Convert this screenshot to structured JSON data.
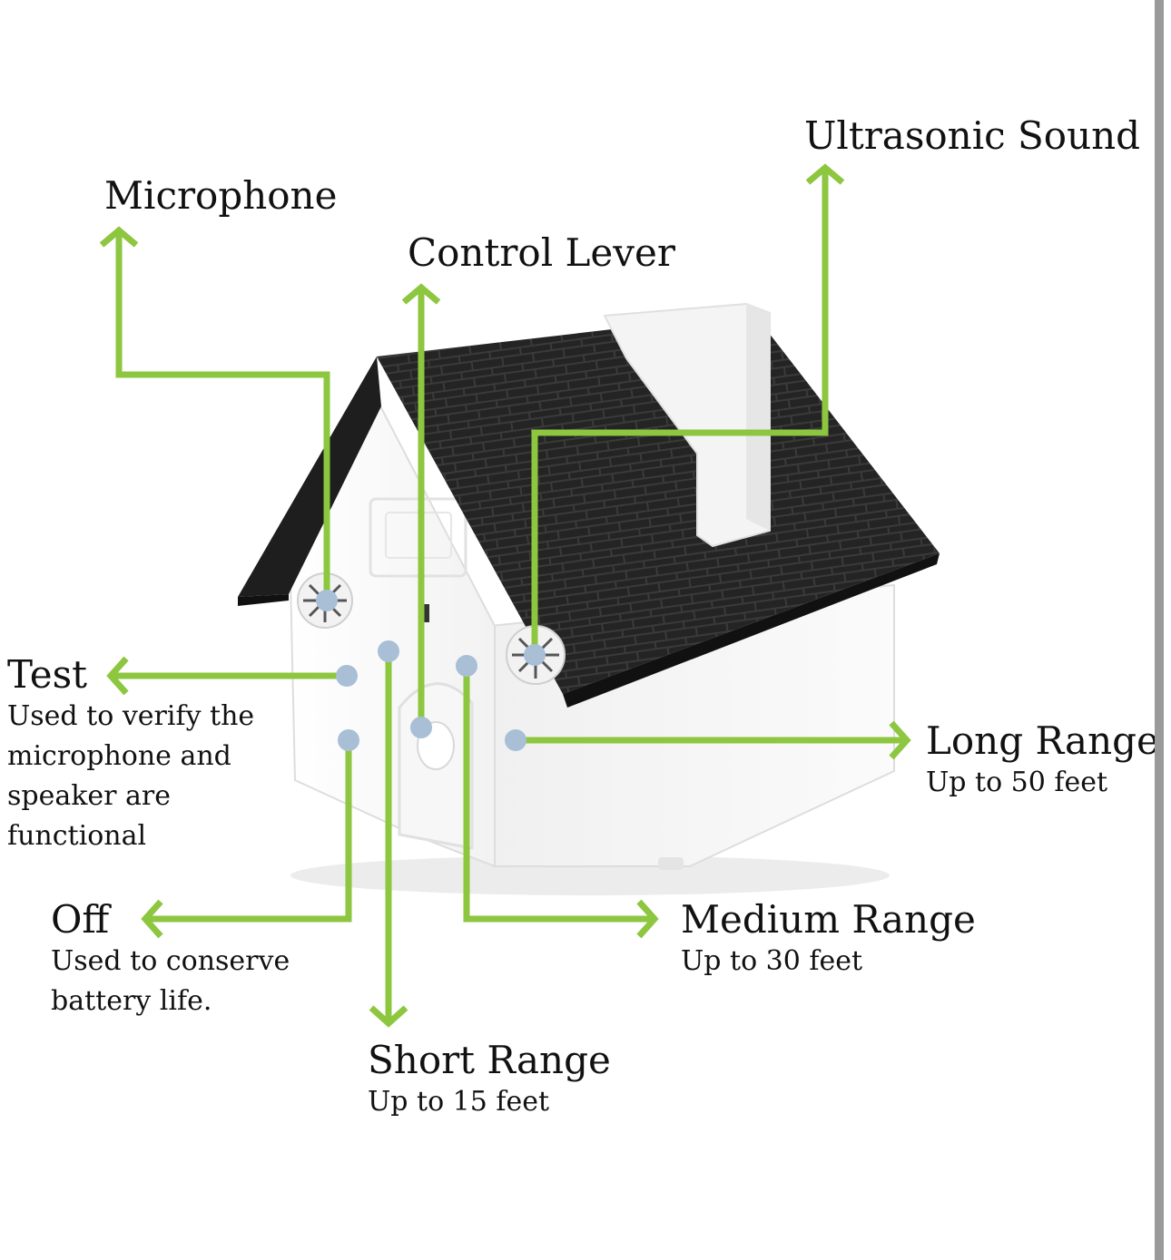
{
  "colors": {
    "line": "#8dc63f",
    "dot": "#a8bfd6",
    "roof": "#222222",
    "house": "#f5f5f5",
    "text": "#111111"
  },
  "labels": {
    "microphone": {
      "title": "Microphone"
    },
    "control_lever": {
      "title": "Control Lever"
    },
    "ultrasonic_sound": {
      "title": "Ultrasonic Sound"
    },
    "test": {
      "title": "Test",
      "lines": [
        "Used to verify the",
        "microphone and",
        "speaker are",
        "functional"
      ]
    },
    "off": {
      "title": "Off",
      "lines": [
        "Used to conserve",
        "battery life."
      ]
    },
    "short_range": {
      "title": "Short Range",
      "sub": "Up to 15 feet"
    },
    "medium_range": {
      "title": "Medium Range",
      "sub": "Up to 30 feet"
    },
    "long_range": {
      "title": "Long Range",
      "sub": "Up to 50 feet"
    }
  }
}
